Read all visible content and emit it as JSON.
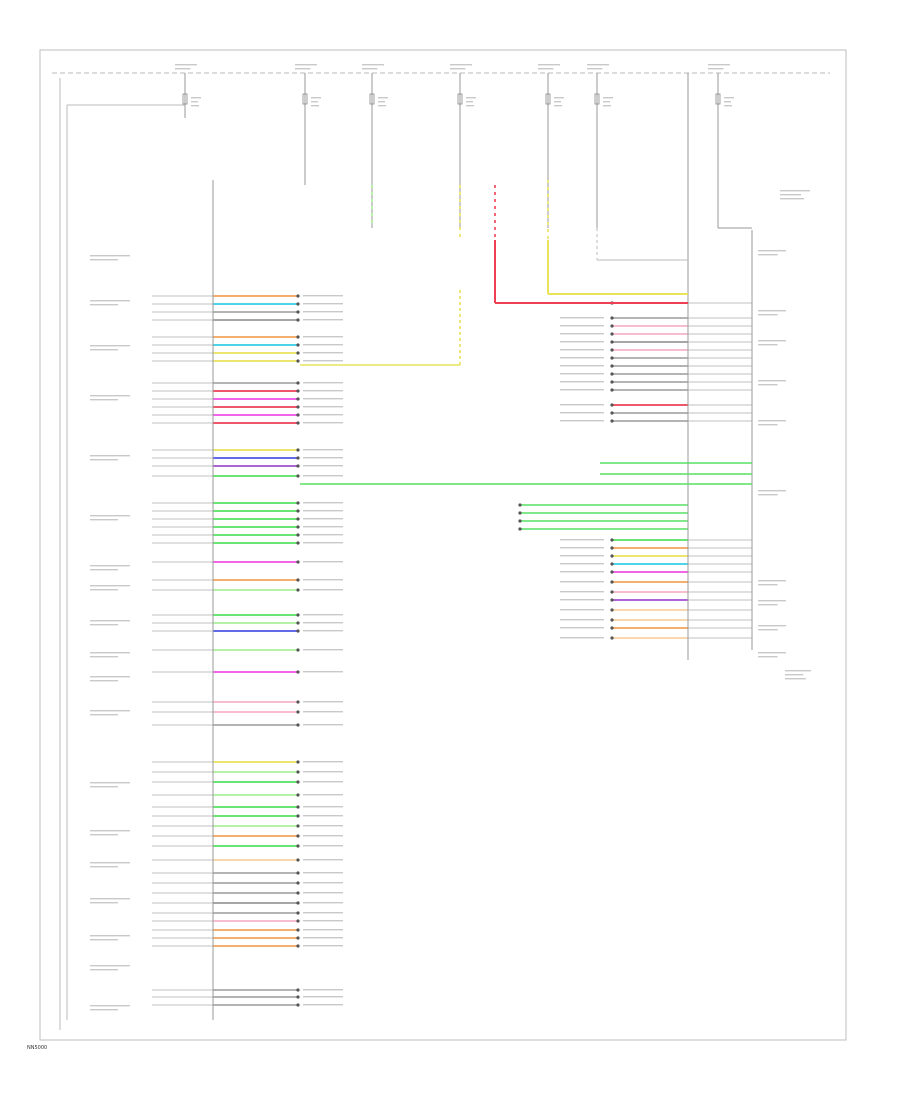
{
  "diagram": {
    "corner_label": "NN5000",
    "wire_colors": {
      "gray": "#9a9a9a",
      "orange": "#f2a25a",
      "cyan": "#33cfe6",
      "yellow": "#e9e35a",
      "red": "#ee3f55",
      "blue": "#4b55e6",
      "purple": "#a14fd0",
      "green": "#56e062",
      "light_green": "#a9f098",
      "magenta": "#f14fe6",
      "pink": "#f6b3c6",
      "peach": "#f9d2a2",
      "dark": "#444444"
    },
    "left_connector_groups": 19,
    "right_connector_groups": 9,
    "fuse_drops": 8
  }
}
